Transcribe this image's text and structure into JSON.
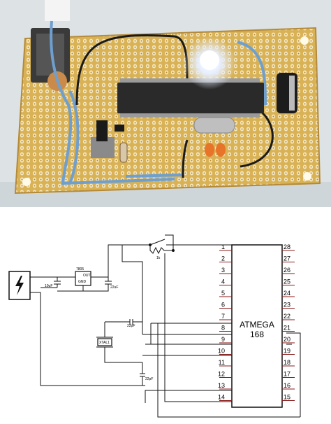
{
  "photo": {
    "colors": {
      "background": "#dde2e4",
      "board": "#d9b255",
      "hole": "#f3e7c3",
      "chip": "#2a2a2a",
      "wire_blue": "#6e9fcf",
      "wire_black": "#1a1a1a",
      "led_glow": "#e8f0ff"
    }
  },
  "schematic": {
    "chip_name": "ATMEGA",
    "chip_number": "168",
    "left_pins": [
      "1",
      "2",
      "3",
      "4",
      "5",
      "6",
      "7",
      "8",
      "9",
      "10",
      "11",
      "12",
      "13",
      "14"
    ],
    "right_pins": [
      "28",
      "27",
      "26",
      "25",
      "24",
      "23",
      "22",
      "21",
      "20",
      "19",
      "18",
      "17",
      "16",
      "15"
    ],
    "regulator_label": "7805",
    "regulator_out": "OUT",
    "regulator_gnd": "GND",
    "cap_in": "10uF",
    "cap_out": "22uF",
    "cap_xtal_top": "22pF",
    "cap_xtal_bottom": "22pF",
    "crystal_label": "XTAL1",
    "resistor_label": "1k",
    "power_icon": "lightning-bolt-icon",
    "colors": {
      "line": "#111111",
      "pin_stub": "#8b1a1a"
    }
  }
}
